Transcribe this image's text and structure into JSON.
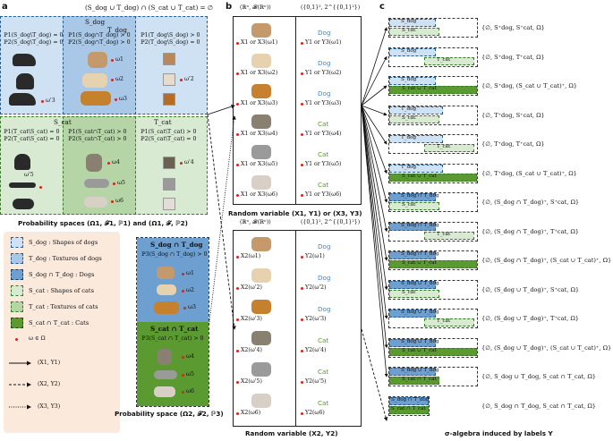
{
  "panel_letters": {
    "a": "a",
    "b": "b",
    "c": "c"
  },
  "colors": {
    "dog_shape": "#cfe2f3",
    "dog_texture": "#a9c8e8",
    "cat_shape": "#d9ead3",
    "cat_texture": "#b5d5a7",
    "dot": "#e0201b",
    "dog_text": "#4a86c8",
    "cat_text": "#5a9a30"
  },
  "panel_a": {
    "top_formula": "(S_dog ∪ T_dog) ∩ (S_cat ∪ T_cat) = ∅",
    "S_dog": "S_dog",
    "T_dog": "T_dog",
    "S_cat": "S_cat",
    "T_cat": "T_cat",
    "dog_probs_left": [
      "ℙ1(S_dog\\T_dog) = 0",
      "ℙ2(S_dog\\T_dog) = 0"
    ],
    "dog_probs_mid": [
      "ℙ1(S_dog∩T_dog) > 0",
      "ℙ2(S_dog∩T_dog) > 0"
    ],
    "dog_probs_right": [
      "ℙ1(T_dog\\S_dog) > 0",
      "ℙ2(T_dog\\S_dog) = 0"
    ],
    "cat_probs_left": [
      "ℙ1(T_cat\\S_cat) = 0",
      "ℙ2(T_cat\\S_cat) = 0"
    ],
    "cat_probs_mid": [
      "ℙ1(S_cat∩T_cat) > 0",
      "ℙ2(S_cat∩T_cat) > 0"
    ],
    "cat_probs_right": [
      "ℙ1(S_cat\\T_cat) > 0",
      "ℙ2(S_cat\\T_cat) = 0"
    ],
    "omega_dog": [
      "ω1",
      "ω2",
      "ω3"
    ],
    "omega_dog_prime": [
      "ω'3",
      "ω'2"
    ],
    "omega_cat": [
      "ω4",
      "ω5",
      "ω6"
    ],
    "omega_cat_prime": [
      "ω'4",
      "ω'5"
    ],
    "caption": "Probability spaces (Ω1, 𝓕1, ℙ1) and (Ω1, 𝓕, ℙ2)"
  },
  "legend": [
    {
      "label": "S_dog : Shapes of dogs"
    },
    {
      "label": "T_dog : Textures of dogs"
    },
    {
      "label": "S_dog ∩ T_dog : Dogs"
    },
    {
      "label": "S_cat : Shapes of cats"
    },
    {
      "label": "T_cat : Textures of cats"
    },
    {
      "label": "S_cat ∩ T_cat : Cats"
    },
    {
      "label": "ω ∈ Ω"
    },
    {
      "label": "(X1, Y1)"
    },
    {
      "label": "(X2, Y2)"
    },
    {
      "label": "(X3, Y3)"
    }
  ],
  "panel_a3": {
    "dog_title": "S_dog ∩ T_dog",
    "dog_prob": "ℙ3(S_dog ∩ T_dog) > 0",
    "cat_title": "S_cat ∩ T_cat",
    "cat_prob": "ℙ3(S_cat ∩ T_cat) > 0",
    "omegas_dog": [
      "ω1",
      "ω2",
      "ω3"
    ],
    "omegas_cat": [
      "ω4",
      "ω5",
      "ω6"
    ],
    "caption": "Probability space (Ω2, 𝓕2, ℙ3)"
  },
  "panel_b_top": {
    "left_header": "(ℝⁿ, 𝓑(ℝⁿ))",
    "right_header": "({0,1}², 2^{{0,1}²})",
    "rows": [
      {
        "x": "X1 or X3(ω1)",
        "y": "Y1 or Y3(ω1)",
        "label": "Dog",
        "kind": "dog"
      },
      {
        "x": "X1 or X3(ω2)",
        "y": "Y1 or Y3(ω2)",
        "label": "Dog",
        "kind": "dog"
      },
      {
        "x": "X1 or X3(ω3)",
        "y": "Y1 or Y3(ω3)",
        "label": "Dog",
        "kind": "dog"
      },
      {
        "x": "X1 or X3(ω4)",
        "y": "Y1 or Y3(ω4)",
        "label": "Cat",
        "kind": "cat"
      },
      {
        "x": "X1 or X3(ω5)",
        "y": "Y1 or Y3(ω5)",
        "label": "Cat",
        "kind": "cat"
      },
      {
        "x": "X1 or X3(ω6)",
        "y": "Y1 or Y3(ω6)",
        "label": "Cat",
        "kind": "cat"
      }
    ],
    "caption": "Random variable (X1, Y1) or (X3, Y3)"
  },
  "panel_b_bottom": {
    "left_header": "(ℝⁿ, 𝓑(ℝⁿ))",
    "right_header": "({0,1}², 2^{{0,1}²})",
    "rows": [
      {
        "x": "X2(ω1)",
        "y": "Y2(ω1)",
        "label": "Dog",
        "kind": "dog"
      },
      {
        "x": "X2(ω'2)",
        "y": "Y2(ω'2)",
        "label": "Dog",
        "kind": "dog"
      },
      {
        "x": "X2(ω'3)",
        "y": "Y2(ω'3)",
        "label": "Dog",
        "kind": "dog"
      },
      {
        "x": "X2(ω'4)",
        "y": "Y2(ω'4)",
        "label": "Cat",
        "kind": "cat"
      },
      {
        "x": "X2(ω'5)",
        "y": "Y2(ω'5)",
        "label": "Cat",
        "kind": "cat"
      },
      {
        "x": "X2(ω6)",
        "y": "Y2(ω6)",
        "label": "Cat",
        "kind": "cat"
      }
    ],
    "caption": "Random variable (X2, Y2)"
  },
  "panel_c": {
    "rows": [
      {
        "top": "S_dog",
        "bot": "S_cat",
        "label": "{∅, S⁺dog, S⁺cat, Ω}"
      },
      {
        "top": "S_dog",
        "bot": "T_cat",
        "label": "{∅, S⁺dog, T⁺cat, Ω}"
      },
      {
        "top": "S_dog",
        "bot": "S_cat ∪ T_cat",
        "label": "{∅, S⁺dog, (S_cat ∪ T_cat)⁺, Ω}"
      },
      {
        "top": "T_dog",
        "bot": "S_cat",
        "label": "{∅, T⁺dog, S⁺cat, Ω}"
      },
      {
        "top": "T_dog",
        "bot": "T_cat",
        "label": "{∅, T⁺dog, T⁺cat, Ω}"
      },
      {
        "top": "T_dog",
        "bot": "S_cat ∪ T_cat",
        "label": "{∅, T⁺dog, (S_cat ∪ T_cat)⁺, Ω}"
      },
      {
        "top": "S_dog ∩ T_dog",
        "bot": "S_cat",
        "label": "{∅, (S_dog ∩ T_dog)⁺, S⁺cat, Ω}"
      },
      {
        "top": "S_dog ∩ T_dog",
        "bot": "T_cat",
        "label": "{∅, (S_dog ∩ T_dog)⁺, T⁺cat, Ω}"
      },
      {
        "top": "S_dog ∩ T_dog",
        "bot": "S_cat ∪ T_cat",
        "label": "{∅, (S_dog ∩ T_dog)⁺, (S_cat ∪ T_cat)⁺, Ω}"
      },
      {
        "top": "S_dog ∪ T_dog",
        "bot": "S_cat",
        "label": "{∅, (S_dog ∪ T_dog)⁺, S⁺cat, Ω}"
      },
      {
        "top": "S_dog ∪ T_dog",
        "bot": "T_cat",
        "label": "{∅, (S_dog ∪ T_dog)⁺, T⁺cat, Ω}"
      },
      {
        "top": "S_dog ∪ T_dog",
        "bot": "S_cat ∪ T_cat",
        "label": "{∅, (S_dog ∪ T_dog)⁺, (S_cat ∪ T_cat)⁺, Ω}"
      },
      {
        "top": "S_dog ∪ T_dog",
        "bot": "S_cat ∩ T_cat",
        "label": "{∅, S_dog ∪ T_dog, S_cat ∩ T_cat, Ω}"
      },
      {
        "top": "S_dog ∩ T_dog",
        "bot": "S_cat ∩ T_cat",
        "label": "{∅, S_dog ∩ T_dog, S_cat ∩ T_cat, Ω}"
      }
    ],
    "caption": "σ-algebra induced by labels Y"
  }
}
